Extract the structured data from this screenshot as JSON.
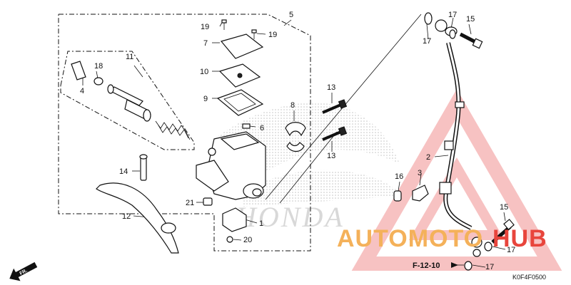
{
  "callouts": {
    "c1": "1",
    "c2": "2",
    "c3": "3",
    "c4": "4",
    "c5": "5",
    "c6": "6",
    "c7": "7",
    "c8": "8",
    "c9": "9",
    "c10": "10",
    "c11": "11",
    "c12": "12",
    "c13a": "13",
    "c13b": "13",
    "c14": "14",
    "c15a": "15",
    "c15b": "15",
    "c16": "16",
    "c17a": "17",
    "c17b": "17",
    "c17c": "17",
    "c17d": "17",
    "c18": "18",
    "c19a": "19",
    "c19b": "19",
    "c20": "20",
    "c21": "21"
  },
  "reference": {
    "label": "F-12-10"
  },
  "diagram_code": "K0F4F0500",
  "direction": {
    "label": "FR."
  },
  "watermark": {
    "brand_part1": "AUTOMOTO",
    "brand_part2": "HUB",
    "emblem_text": "HONDA"
  },
  "colors": {
    "watermark_orange": "#f4b15a",
    "watermark_red": "#e8453c",
    "triangle_red": "#f29a9a"
  }
}
